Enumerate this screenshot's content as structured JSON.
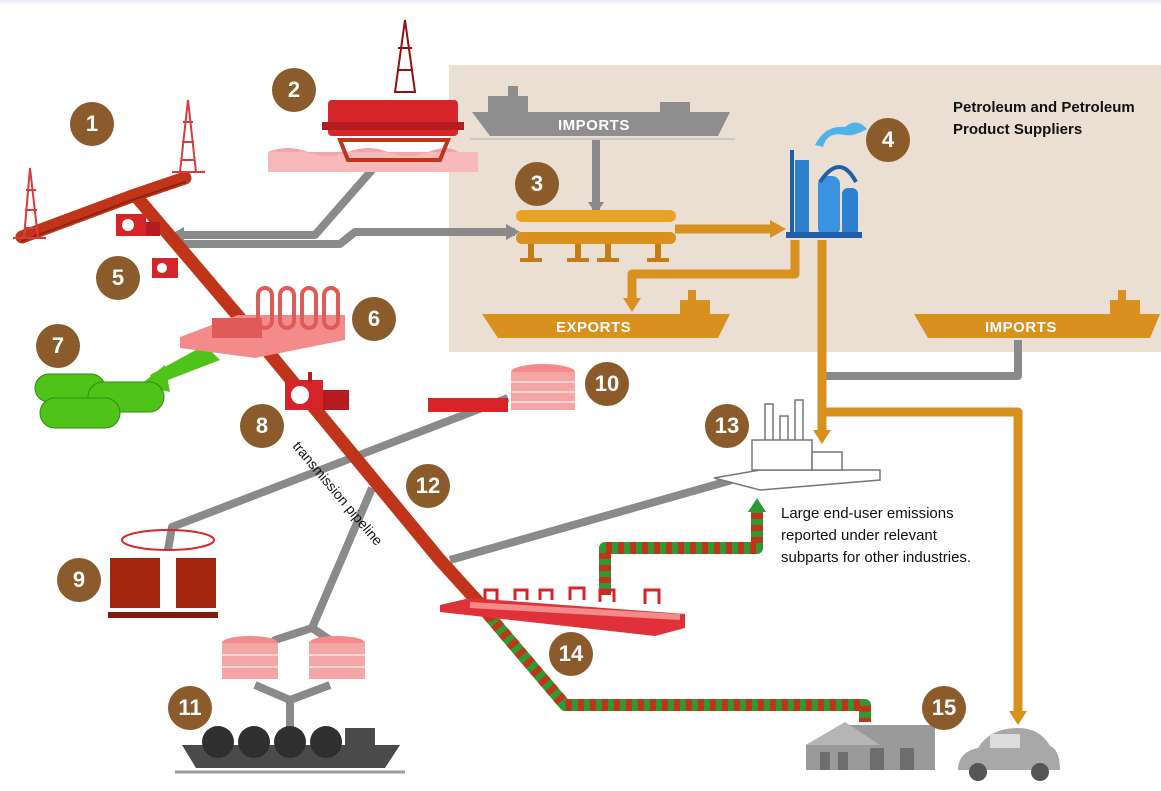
{
  "heading": "Petroleum and Petroleum Product Suppliers",
  "ship_labels": {
    "imports_top": "IMPORTS",
    "exports": "EXPORTS",
    "imports_right": "IMPORTS"
  },
  "pipeline_label": "transmission pipeline",
  "note": "Large end-user emissions reported under relevant subparts for other industries.",
  "numbers": [
    "1",
    "2",
    "3",
    "4",
    "5",
    "6",
    "7",
    "8",
    "9",
    "10",
    "11",
    "12",
    "13",
    "14",
    "15"
  ],
  "colors": {
    "crude": "#c0341a",
    "product": "#d8901f",
    "gas": "#8a8a8a",
    "region": "#eadfd2",
    "badge": "#8b5b2b",
    "propane": "#4fc31a",
    "refinery": "#2d7fd0",
    "distribution": "#2e9a33"
  }
}
